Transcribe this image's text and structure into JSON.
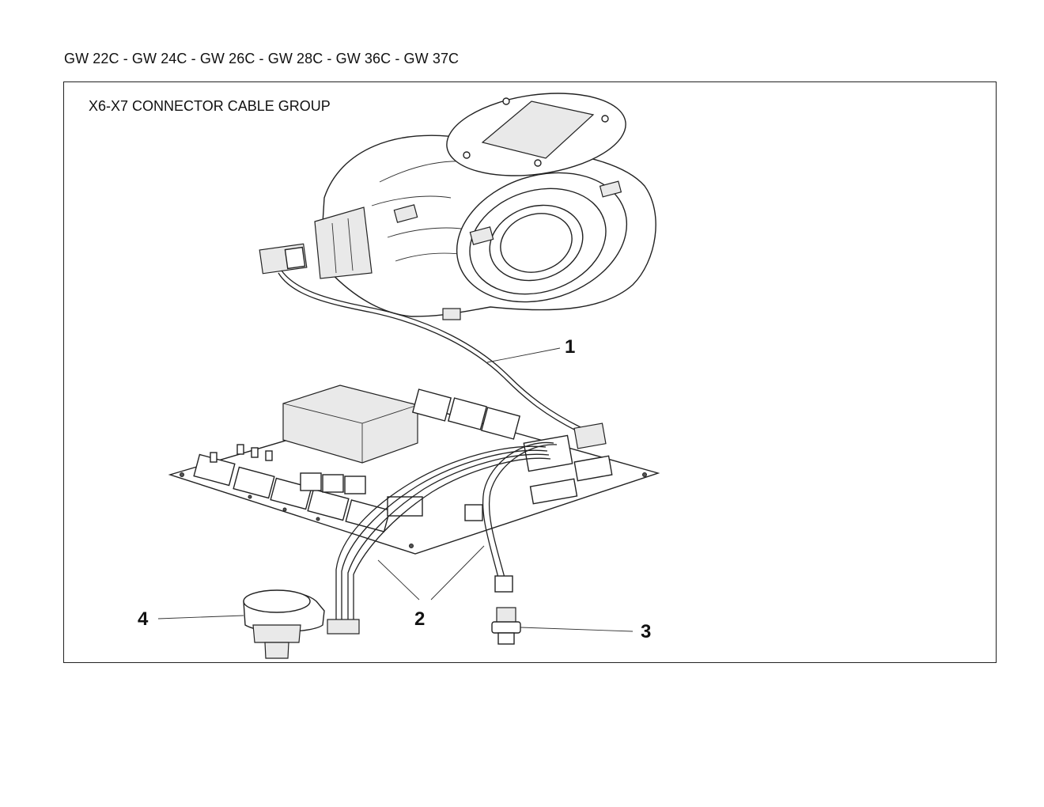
{
  "header": {
    "title": "GW 22C - GW 24C - GW 26C - GW 28C - GW 36C - GW 37C"
  },
  "diagram": {
    "group_title": "X6-X7 CONNECTOR CABLE GROUP",
    "callouts": [
      "1",
      "2",
      "3",
      "4"
    ]
  }
}
